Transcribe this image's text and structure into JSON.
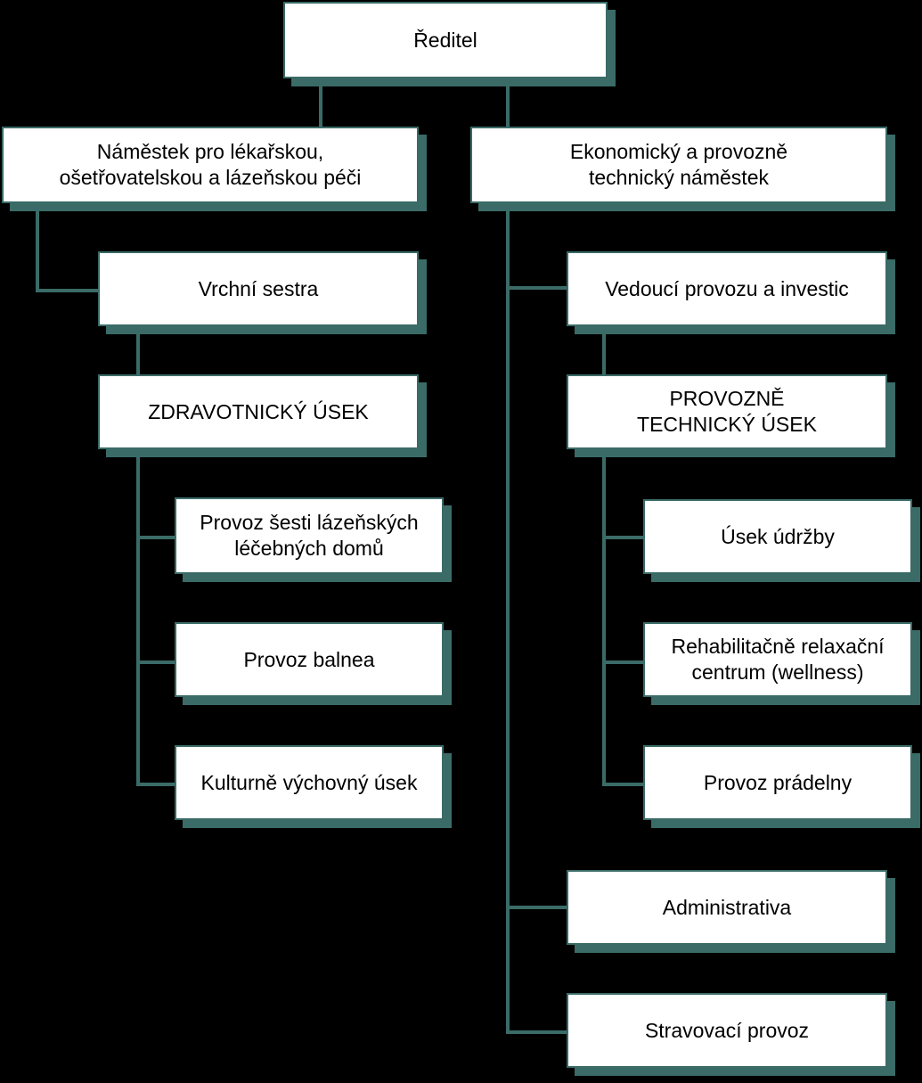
{
  "colors": {
    "background": "#000000",
    "box_fill": "#ffffff",
    "connector": "#3a6b67",
    "text": "#000000"
  },
  "nodes": {
    "director": "Ředitel",
    "medical_deputy": "Náměstek pro lékařskou,\nošetřovatelskou a lázeňskou péči",
    "economic_deputy": "Ekonomický a provozně\ntechnický náměstek",
    "head_nurse": "Vrchní sestra",
    "health_section": "ZDRAVOTNICKÝ ÚSEK",
    "spa_houses": "Provoz šesti lázeňských\nléčebných domů",
    "balneo": "Provoz balnea",
    "culture": "Kulturně výchovný úsek",
    "operations_head": "Vedoucí provozu a investic",
    "technical_section": "PROVOZNĚ\nTECHNICKÝ ÚSEK",
    "maintenance": "Úsek údržby",
    "wellness": "Rehabilitačně relaxační\ncentrum (wellness)",
    "laundry": "Provoz prádelny",
    "administration": "Administrativa",
    "catering": "Stravovací provoz"
  }
}
